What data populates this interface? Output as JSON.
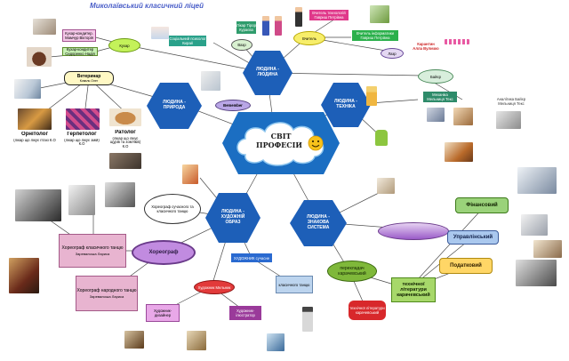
{
  "title": "Миколаївський класичний ліцей",
  "center": {
    "line1": "СВІТ",
    "line2": "ПРОФЕСІЙ"
  },
  "hexagons": {
    "human_human": "ЛЮДИНА - ЛЮДИНА",
    "human_nature": "ЛЮДИНА - ПРИРОДА",
    "human_tech": "ЛЮДИНА - ТЕХНІКА",
    "human_art": "ЛЮДИНА - ХУДОЖНІЙ ОБРАЗ",
    "human_sign": "ЛЮДИНА - ЗНАКОВА СИСТЕМА"
  },
  "nature": {
    "orn_title": "Орнітолог",
    "orn_desc": "(лікар що лікує птахі К.О",
    "herp_title": "Герпетолог",
    "herp_desc": "(лікар що лікує змій) К.О",
    "rat_title": "Ратолог",
    "rat_desc": "(лікар що лікує щурів та хом'яків) К.О",
    "vet": "Ветеринар",
    "vet_sub": "Коваль Олег",
    "kukhar": "Кухар",
    "note1": "Кухар-кондитер. Мамчур Вікторія",
    "note2": "Кухар-кондитер Сидоренко Надія"
  },
  "human": {
    "teacher": "Вчитель",
    "teacher_tech": "Вчитель технологій Гавриш Петрівна",
    "teacher_inf": "Вчитель інформатики Гавриш Петрівна",
    "vazh": "Вазр",
    "doctor": "Лікар Тірор Кураєва",
    "psych": "Соціальний психолог Кирай",
    "karantyn": "Карантин Алла Вуличко",
    "lazer": "Лазр",
    "bill": "Bemember"
  },
  "tech": {
    "baier": "Байєр",
    "mech1": "Механіка Мельниця Текс",
    "mech2": "Аналітика Байєр Мельниця Текс"
  },
  "art": {
    "chor_bubble": "Хореограф сучасного та класичного танцю",
    "choreo": "Хореограф",
    "chor_classic": "Хореограф класичного танцю",
    "chor_classic_name": "Заревалська Лариса",
    "chor_folk": "Хореограф народного танцю",
    "chor_folk_name": "Заревалська Лариса",
    "artist_red": "Художник Мельник",
    "artist_blue": "ХУДОЖНИК сучасне",
    "classic": "класичного танцю",
    "designer": "Художник-дизайнер",
    "illustr": "Художник-ілюстратор"
  },
  "sign": {
    "finance": "Фінансовий",
    "manage": "Управлінський",
    "tax": "Податковий",
    "translator": "перекладач карачевський",
    "tech_lit": "технічної літератури карачевський",
    "red_oval": "технічної літератури карачевський"
  }
}
